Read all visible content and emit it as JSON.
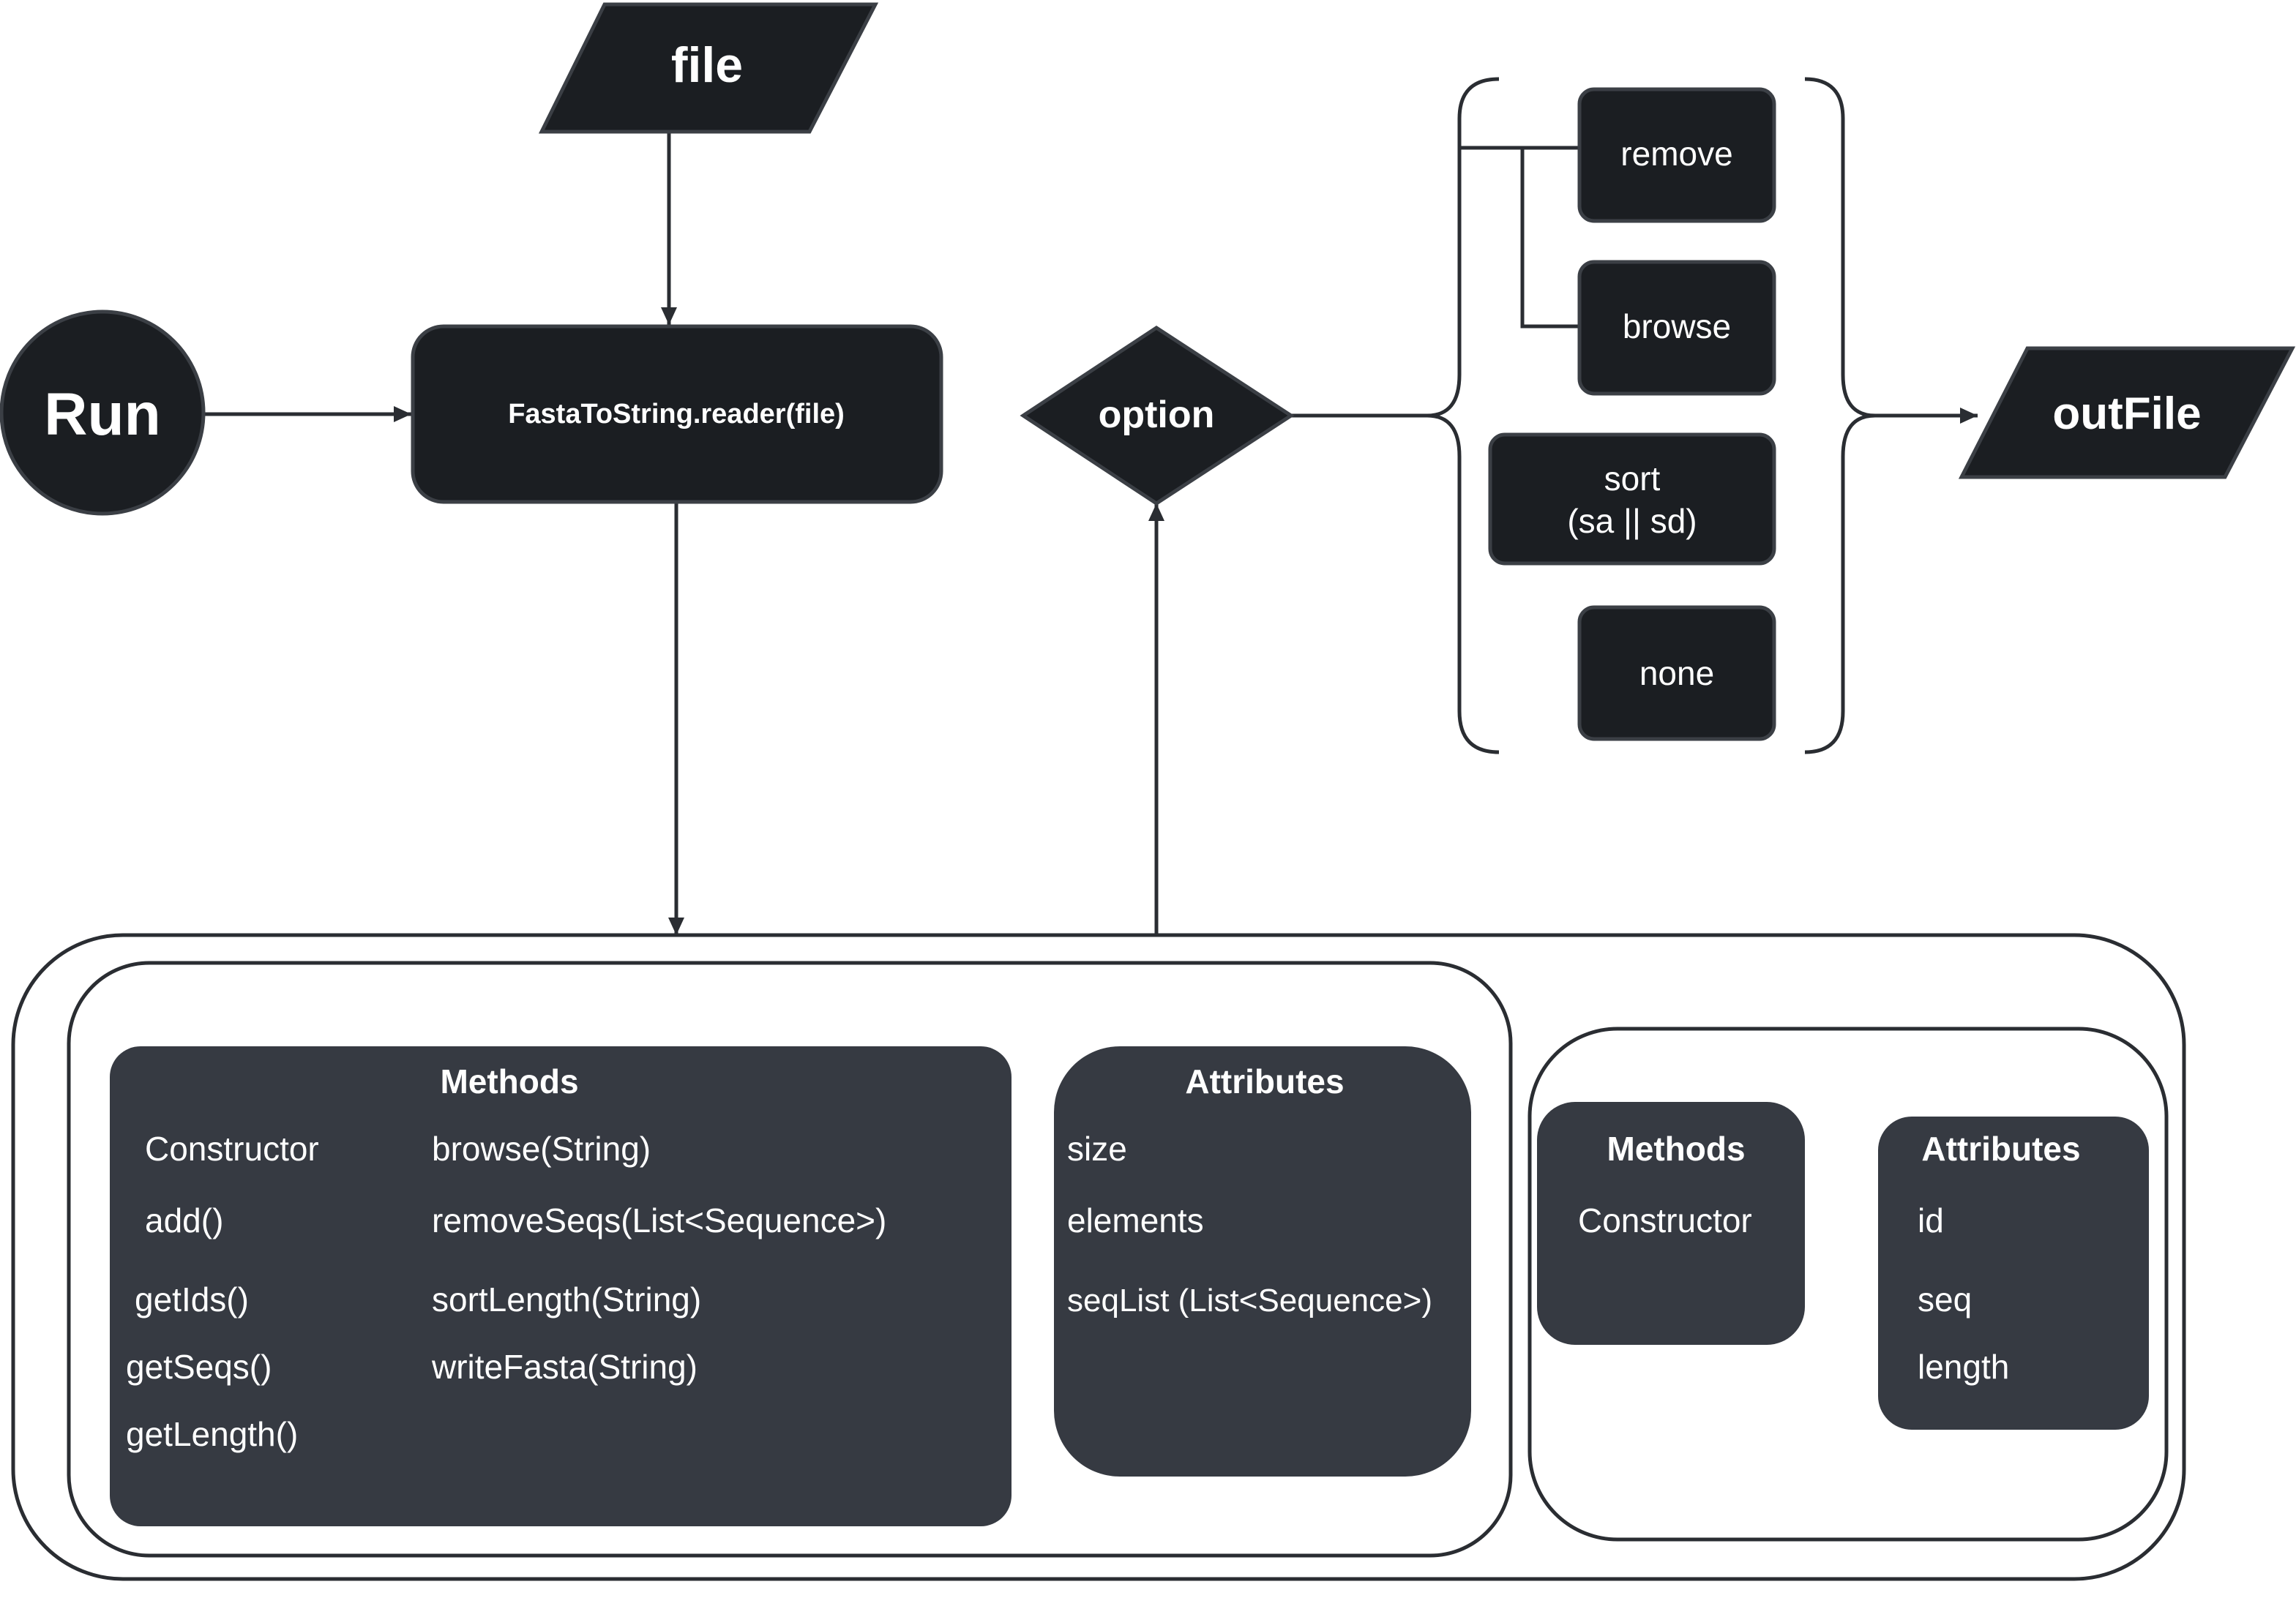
{
  "nodes": {
    "run": "Run",
    "file": "file",
    "reader": "FastaToString.reader(file)",
    "option": "option",
    "outfile": "outFile"
  },
  "options": {
    "remove": "remove",
    "browse": "browse",
    "sort_line1": "sort",
    "sort_line2": "(sa || sd)",
    "none": "none"
  },
  "list_class": {
    "methods": {
      "title": "Methods",
      "col1": [
        "Constructor",
        "add()",
        "getIds()",
        "getSeqs()",
        "getLength()"
      ],
      "col2": [
        "browse(String)",
        "removeSeqs(List<Sequence>)",
        "sortLength(String)",
        "writeFasta(String)"
      ]
    },
    "attributes": {
      "title": "Attributes",
      "items": [
        "size",
        "elements",
        "seqList (List<Sequence>)"
      ]
    }
  },
  "sequence_class": {
    "methods": {
      "title": "Methods",
      "items": [
        "Constructor"
      ]
    },
    "attributes": {
      "title": "Attributes",
      "items": [
        "id",
        "seq",
        "length"
      ]
    }
  },
  "colors": {
    "node_fill": "#1b1e22",
    "panel_fill": "#363a42",
    "line": "#2a2d32",
    "text": "#ffffff"
  }
}
